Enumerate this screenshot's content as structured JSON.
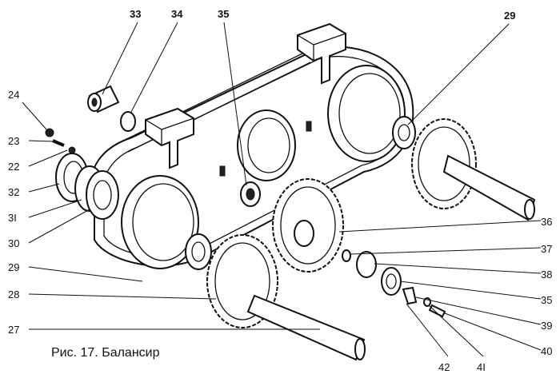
{
  "caption": "Рис. 17. Балансир",
  "callouts": {
    "c24": "24",
    "c23": "23",
    "c22": "22",
    "c32": "32",
    "c31": "3I",
    "c30": "30",
    "c29_left": "29",
    "c28": "28",
    "c27": "27",
    "c33": "33",
    "c34": "34",
    "c35_top": "35",
    "c29_top": "29",
    "c36": "36",
    "c37": "37",
    "c38": "38",
    "c35_right": "35",
    "c39": "39",
    "c40": "40",
    "c42": "42",
    "c41": "4I"
  }
}
